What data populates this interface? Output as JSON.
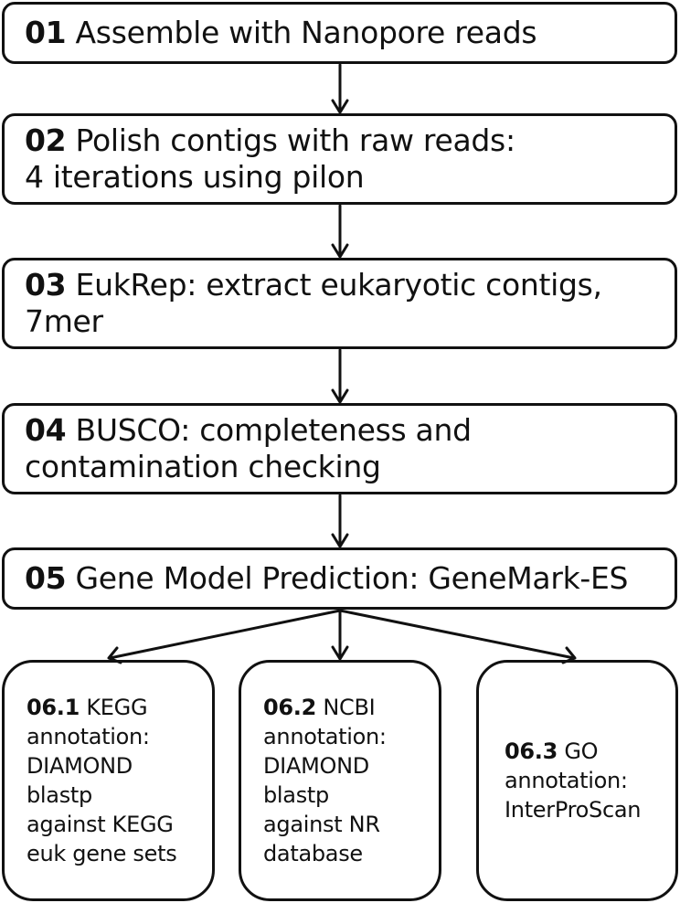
{
  "steps": [
    {
      "num": "01",
      "lines": [
        "Assemble with Nanopore reads"
      ]
    },
    {
      "num": "02",
      "lines": [
        "Polish contigs with raw reads:",
        "4 iterations using pilon"
      ]
    },
    {
      "num": "03",
      "lines": [
        "EukRep: extract eukaryotic contigs,",
        "7mer"
      ]
    },
    {
      "num": "04",
      "lines": [
        "BUSCO: completeness and",
        "contamination checking"
      ]
    },
    {
      "num": "05",
      "lines": [
        "Gene Model Prediction: GeneMark-ES"
      ]
    }
  ],
  "branches": [
    {
      "num": "06.1",
      "lines": [
        "KEGG",
        "annotation:",
        "DIAMOND",
        "blastp",
        "against KEGG",
        "euk gene sets"
      ]
    },
    {
      "num": "06.2",
      "lines": [
        "NCBI",
        "annotation:",
        "DIAMOND",
        "blastp",
        "against NR",
        "database"
      ]
    },
    {
      "num": "06.3",
      "lines": [
        "GO",
        "annotation:",
        "InterProScan"
      ]
    }
  ],
  "colors": {
    "stroke": "#111111",
    "background": "#ffffff"
  }
}
